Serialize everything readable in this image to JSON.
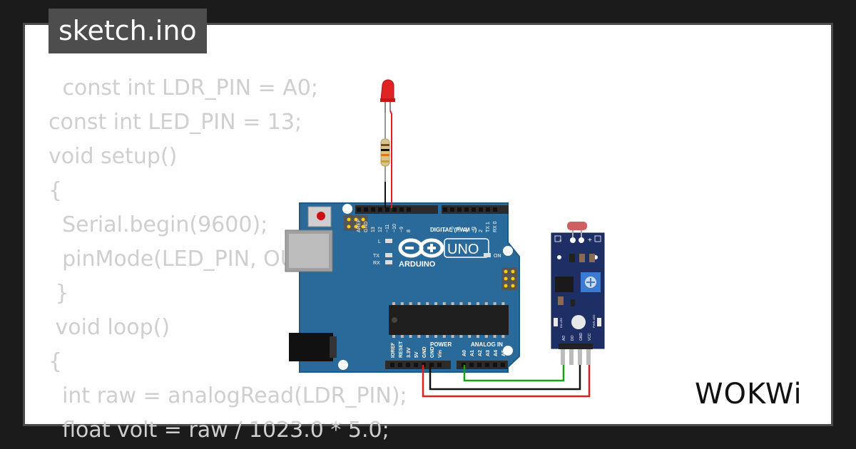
{
  "tab": {
    "title": "sketch.ino"
  },
  "code_lines": [
    " const int LDR_PIN = A0;",
    "const int LED_PIN = 13;",
    "void setup()",
    "{",
    "  Serial.begin(9600);",
    "  pinMode(LED_PIN, OUTPUT);",
    " }",
    " void loop()",
    "{",
    "  int raw = analogRead(LDR_PIN);",
    "  float volt = raw / 1023.0 * 5.0;"
  ],
  "board": {
    "brand": "ARDUINO",
    "model": "UNO",
    "header_digital_label": "DIGITAL (PWM ~)",
    "header_power_label": "POWER",
    "header_analog_label": "ANALOG IN",
    "on_label": "ON",
    "l_label": "L",
    "tx_label": "TX",
    "rx_label": "RX",
    "top_pins": [
      "AREF",
      "GND",
      "13",
      "12",
      "~11",
      "~10",
      "~9",
      "8",
      "7",
      "~6",
      "~5",
      "4",
      "~3",
      "2",
      "TX 1",
      "RX 0"
    ],
    "power_pins": [
      "IOREF",
      "RESET",
      "3.3V",
      "5V",
      "GND",
      "GND",
      "Vin"
    ],
    "analog_pins": [
      "A0",
      "A1",
      "A2",
      "A3",
      "A4",
      "A5"
    ]
  },
  "sensor": {
    "minus_label": "-",
    "plus_label": "+",
    "pin_labels": [
      "AO",
      "DO",
      "GND",
      "VCC"
    ],
    "led_labels": [
      "D0-LED",
      "PWR-LED"
    ]
  },
  "colors": {
    "board": "#2a6a9a",
    "wire_red": "#e02020",
    "wire_black": "#111111",
    "wire_green": "#19a019",
    "code_text": "#cfcfcf",
    "tab_bg": "#4d4d4d"
  },
  "logo": {
    "text": "WOKWi"
  }
}
